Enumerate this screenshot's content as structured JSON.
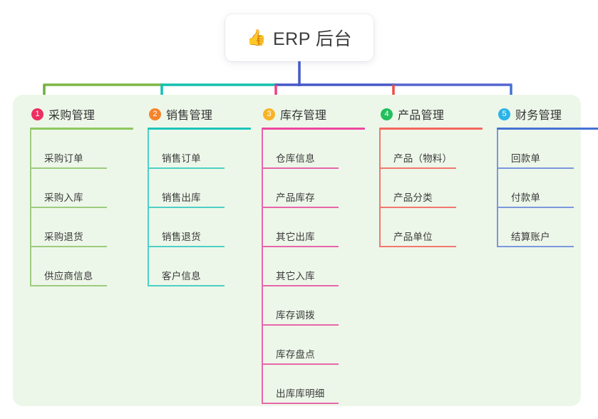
{
  "root": {
    "icon": "thumbs-up-icon",
    "icon_glyph": "👍",
    "title": "ERP 后台"
  },
  "theme": {
    "canvas_bg": "#ffffff",
    "panel_bg": "#edf7e9",
    "card_bg": "#ffffff",
    "title_text": "#3c3c3c",
    "trunk_color": "#4558c8"
  },
  "columns": [
    {
      "index": "1",
      "title": "采购管理",
      "badge_color": "#ec2f61",
      "rule_color": "#8cc85f",
      "spine_color": "#9ccc7f",
      "drop_color": "#6fae3e",
      "bus_color": "#7cb743",
      "items": [
        {
          "label": "采购订单"
        },
        {
          "label": "采购入库"
        },
        {
          "label": "采购退货"
        },
        {
          "label": "供应商信息"
        }
      ]
    },
    {
      "index": "2",
      "title": "销售管理",
      "badge_color": "#f5842c",
      "rule_color": "#1ec4bb",
      "spine_color": "#4ecfc6",
      "drop_color": "#12bfb2",
      "bus_color": "#12bfae",
      "items": [
        {
          "label": "销售订单"
        },
        {
          "label": "销售出库"
        },
        {
          "label": "销售退货"
        },
        {
          "label": "客户信息"
        }
      ]
    },
    {
      "index": "3",
      "title": "库存管理",
      "badge_color": "#f7b429",
      "rule_color": "#ef47a0",
      "spine_color": "#e866ab",
      "drop_color": "#ee3f84",
      "bus_color": "#4558c8",
      "items": [
        {
          "label": "仓库信息"
        },
        {
          "label": "产品库存"
        },
        {
          "label": "其它出库"
        },
        {
          "label": "其它入库"
        },
        {
          "label": "库存调拨"
        },
        {
          "label": "库存盘点"
        },
        {
          "label": "出库库明细"
        }
      ]
    },
    {
      "index": "4",
      "title": "产品管理",
      "badge_color": "#23bf5c",
      "rule_color": "#f4665e",
      "spine_color": "#f2776f",
      "drop_color": "#ef4d44",
      "bus_color": "#5566cf",
      "items": [
        {
          "label": "产品（物料）"
        },
        {
          "label": "产品分类"
        },
        {
          "label": "产品单位"
        }
      ]
    },
    {
      "index": "5",
      "title": "财务管理",
      "badge_color": "#2bb3e8",
      "rule_color": "#4472d4",
      "spine_color": "#7b97dd",
      "drop_color": "#4472d4",
      "bus_color": "#5566cf",
      "items": [
        {
          "label": "回款单"
        },
        {
          "label": "付款单"
        },
        {
          "label": "结算账户"
        }
      ]
    }
  ]
}
